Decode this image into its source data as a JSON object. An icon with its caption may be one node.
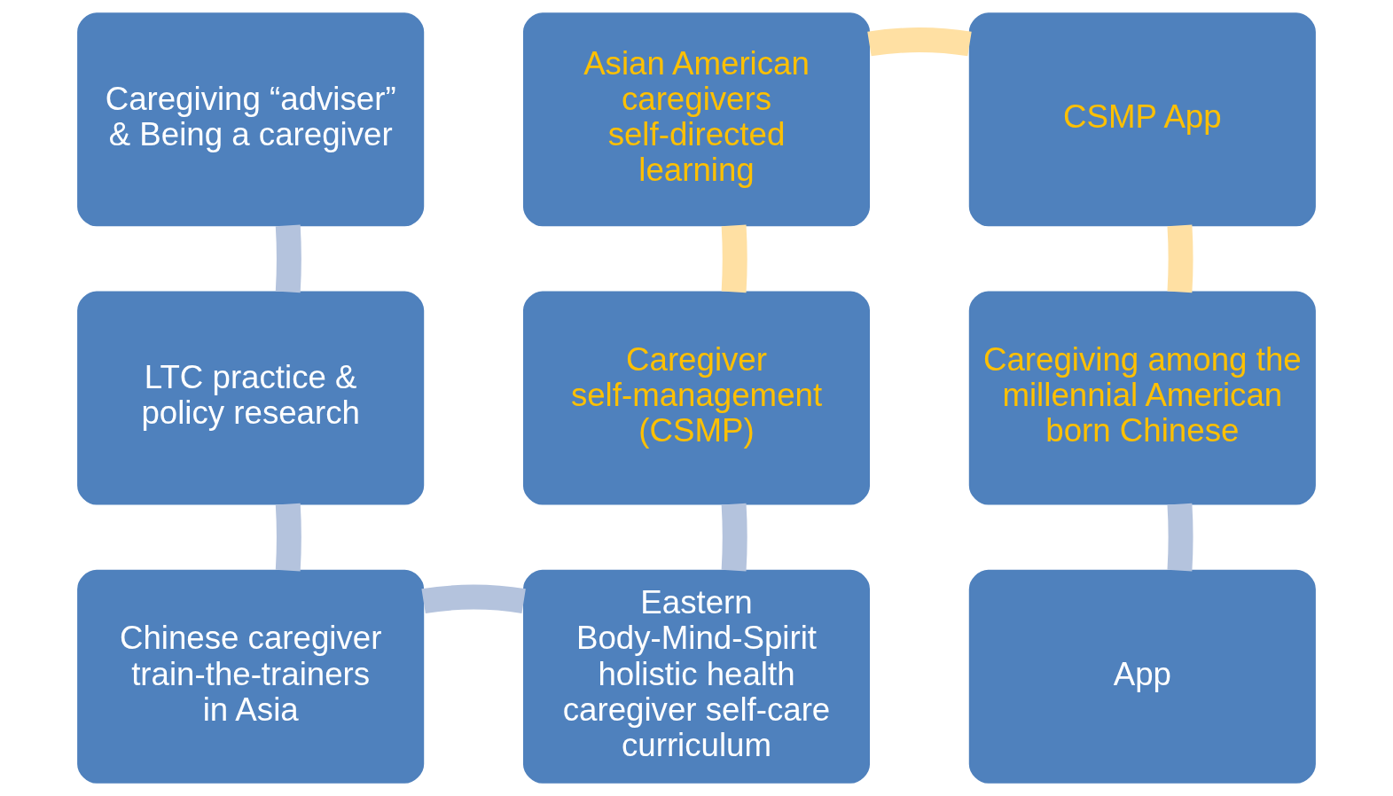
{
  "diagram": {
    "nodes": [
      {
        "text": [
          "Caregiving “adviser” & Being a caregiver"
        ]
      },
      {
        "text": [
          "Asian American caregivers self-directed learning"
        ]
      },
      {
        "text": [
          "CSMP App"
        ]
      },
      {
        "text": [
          "LTC practice & policy research"
        ]
      },
      {
        "text": [
          "Caregiver self-management (CSMP)"
        ]
      },
      {
        "text": [
          "Caregiving among the millennial American born Chinese"
        ]
      },
      {
        "text": [
          "Chinese caregiver train-the-trainers in Asia"
        ]
      },
      {
        "text": [
          "Eastern Body-Mind-Spirit holistic health caregiver self-care curriculum"
        ]
      },
      {
        "text": [
          "App"
        ]
      }
    ],
    "edges": [
      {
        "from": 0,
        "to": 3,
        "arrow": "none"
      },
      {
        "from": 3,
        "to": 6,
        "arrow": "none"
      },
      {
        "from": 6,
        "to": 7,
        "arrow": "none"
      },
      {
        "from": 7,
        "to": 4,
        "arrow": "none"
      },
      {
        "from": 4,
        "to": 1,
        "arrow": "none",
        "color": "#ffe0a3"
      },
      {
        "from": 1,
        "to": 2,
        "arrow": "none",
        "color": "#ffe0a3"
      },
      {
        "from": 2,
        "to": 5,
        "arrow": "none",
        "color": "#ffe0a3"
      },
      {
        "from": 5,
        "to": 8,
        "arrow": "none"
      }
    ]
  }
}
